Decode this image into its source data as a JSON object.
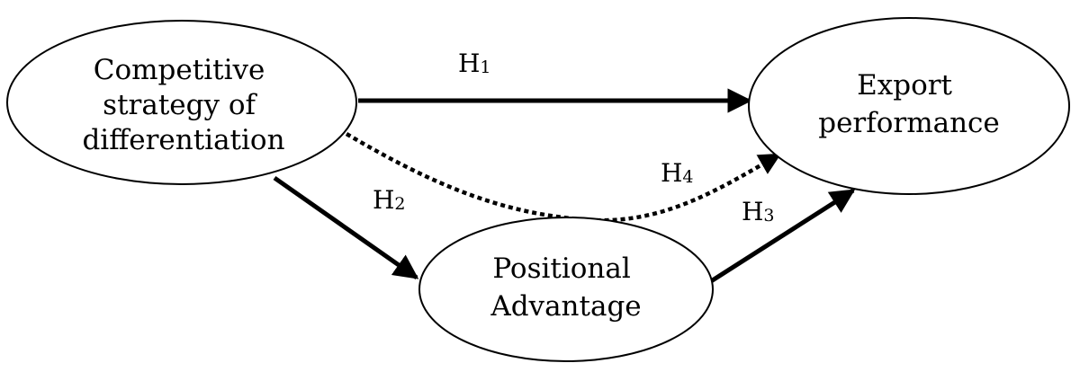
{
  "nodes": {
    "competitive_strategy": {
      "lines": [
        "Competitive",
        "strategy of",
        "differentiation"
      ]
    },
    "export_performance": {
      "lines": [
        "Export",
        "performance"
      ]
    },
    "positional_advantage": {
      "lines": [
        "Positional",
        "Advantage"
      ]
    }
  },
  "edges": [
    {
      "id": "h1",
      "label": "H",
      "sub": "1",
      "from": "competitive_strategy",
      "to": "export_performance",
      "style": "solid"
    },
    {
      "id": "h2",
      "label": "H",
      "sub": "2",
      "from": "competitive_strategy",
      "to": "positional_advantage",
      "style": "solid"
    },
    {
      "id": "h3",
      "label": "H",
      "sub": "3",
      "from": "positional_advantage",
      "to": "export_performance",
      "style": "solid"
    },
    {
      "id": "h4",
      "label": "H",
      "sub": "4",
      "from": "competitive_strategy",
      "to": "export_performance",
      "style": "dotted"
    }
  ],
  "colors": {
    "stroke": "#000000",
    "background": "#ffffff"
  }
}
